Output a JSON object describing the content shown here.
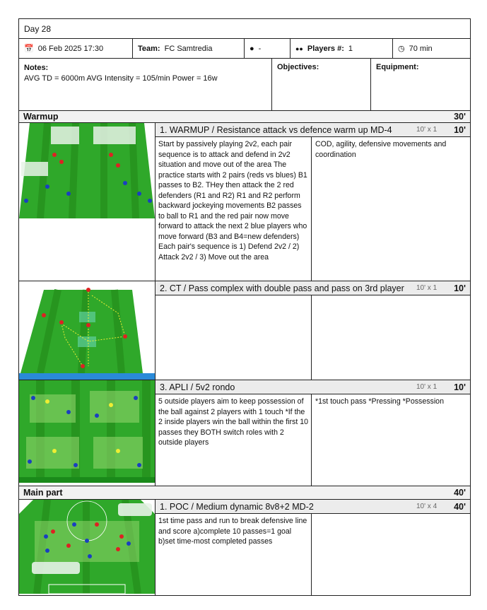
{
  "title": "Day 28",
  "info": {
    "date": "06 Feb 2025 17:30",
    "team_label": "Team:",
    "team": "FC Samtredia",
    "location": "-",
    "players_label": "Players #:",
    "players": "1",
    "duration": "70 min"
  },
  "notes": {
    "label": "Notes:",
    "text": "AVG TD = 6000m AVG Intensity = 105/min Power = 16w",
    "objectives_label": "Objectives:",
    "equipment_label": "Equipment:"
  },
  "sections": [
    {
      "name": "Warmup",
      "duration": "30'",
      "exercises": [
        {
          "title": "1. WARMUP / Resistance attack vs defence warm up MD-4",
          "reps": "10' x 1",
          "duration": "10'",
          "description": "Start by passively playing 2v2, each pair sequence is to attack and defend in 2v2 situation and move out of the area The practice starts with 2 pairs (reds vs blues) B1 passes to B2. THey then attack the 2 red defenders (R1 and R2) R1 and R2 perform backward jockeying movements B2 passes to ball to R1 and the red pair now move forward to attack the next 2 blue players who move forward (B3 and B4=new defenders) Each pair's sequence is 1) Defend 2v2 / 2) Attack 2v2 / 3) Move out the area",
          "objectives": "COD, agility, defensive movements and coordination"
        },
        {
          "title": "2. CT / Pass complex with double pass and pass on 3rd player",
          "reps": "10' x 1",
          "duration": "10'",
          "description": "",
          "objectives": ""
        },
        {
          "title": "3. APLI / 5v2 rondo",
          "reps": "10' x 1",
          "duration": "10'",
          "description": "5 outside players aim to keep possession of the ball against 2 players with 1 touch *If the 2 inside players win the ball within the first 10 passes they BOTH switch roles with 2 outside players",
          "objectives": "*1st touch pass *Pressing *Possession"
        }
      ]
    },
    {
      "name": "Main part",
      "duration": "40'",
      "exercises": [
        {
          "title": "1. POC / Medium dynamic 8v8+2 MD-2",
          "reps": "10' x 4",
          "duration": "40'",
          "description": "1st time pass and run to break defensive line and score a)complete 10 passes=1 goal b)set time-most completed passes",
          "objectives": ""
        }
      ]
    }
  ],
  "colors": {
    "pitch": "#2fa82a",
    "header_bg": "#f2f2f2",
    "title_bar_bg": "#ececec"
  }
}
